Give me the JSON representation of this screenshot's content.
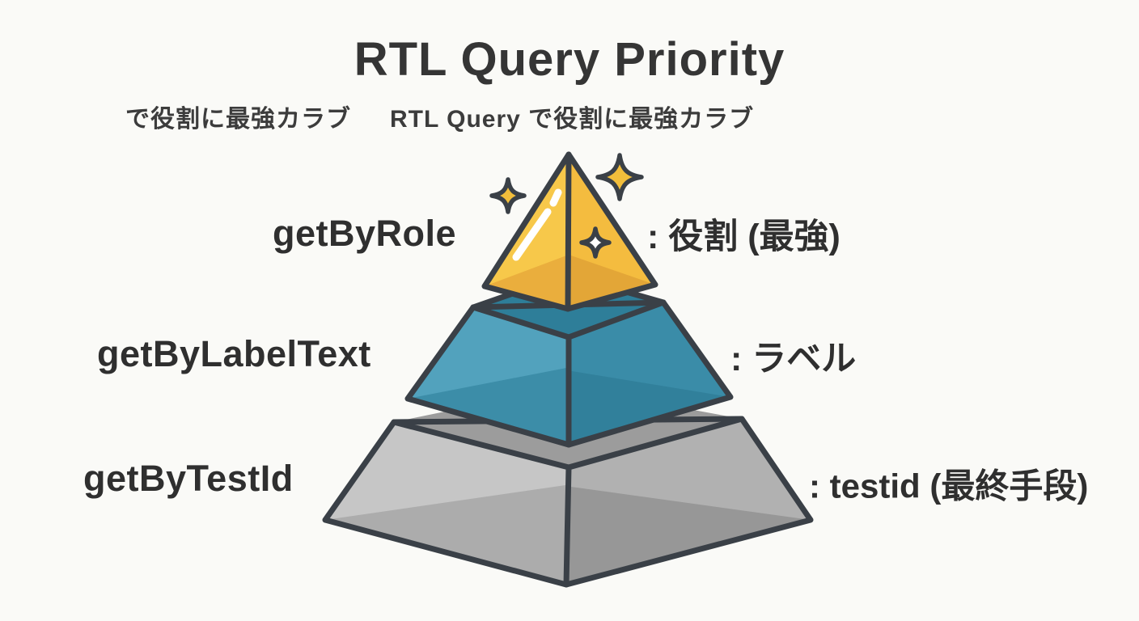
{
  "title": "RTL Query Priority",
  "subtitle": {
    "left": "で役割に最強カラブ",
    "right": "RTL Query で役割に最強カラブ"
  },
  "pyramid": {
    "levels": [
      {
        "rank": 1,
        "method": "getByRole",
        "annotation": ": 役割 (最強)",
        "color": "#f6c343",
        "shade_color": "#e5a938"
      },
      {
        "rank": 2,
        "method": "getByLabelText",
        "annotation": ": ラベル",
        "color": "#3a8ca8",
        "shade_color": "#2e7e99"
      },
      {
        "rank": 3,
        "method": "getByTestId",
        "annotation": ": testid (最終手段)",
        "color": "#b1b1b1",
        "shade_color": "#9c9c9c"
      }
    ],
    "outline_color": "#3a4047",
    "sparkle_color": "#f2be3b",
    "highlight_color": "#ffffff"
  },
  "background_color": "#fafaf7",
  "text_color": "#2f2f2f"
}
